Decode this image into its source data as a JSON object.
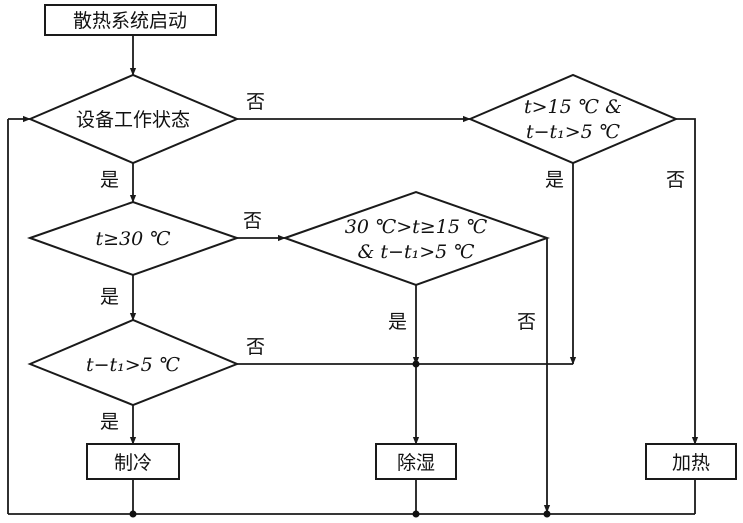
{
  "start": "散热系统启动",
  "decisions": {
    "state": "设备工作状态",
    "temp30": "t≥30 ℃",
    "diff5": "t−t₁>5 ℃",
    "mid_line1": "30 ℃>t≥15 ℃",
    "mid_line2": "& t−t₁>5 ℃",
    "right_line1": "t>15 ℃ &",
    "right_line2": "t−t₁>5 ℃"
  },
  "actions": {
    "cool": "制冷",
    "dehumidify": "除湿",
    "heat": "加热"
  },
  "labels": {
    "yes": "是",
    "no": "否"
  },
  "colors": {
    "line": "#1a1a1a",
    "text": "#111111",
    "background": "#ffffff"
  }
}
